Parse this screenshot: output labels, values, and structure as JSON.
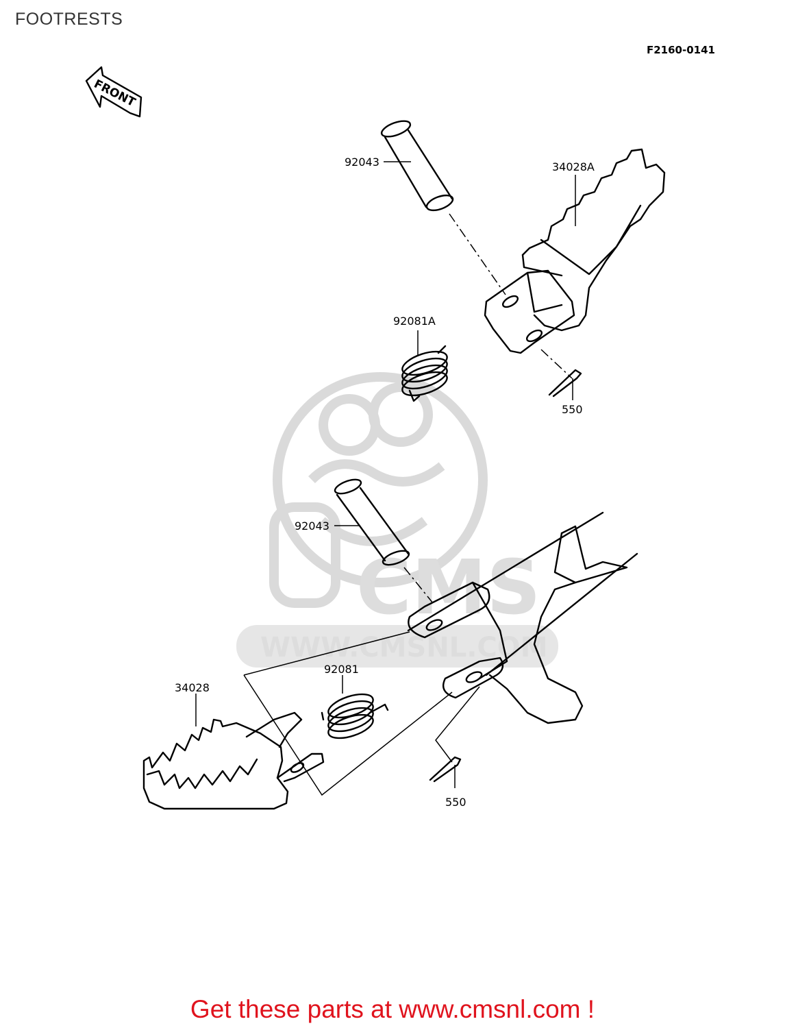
{
  "header": {
    "title": "FOOTRESTS",
    "diagram_code": "F2160-0141"
  },
  "front_arrow": {
    "label": "FRONT"
  },
  "watermark": {
    "logo_text": "CMS",
    "url_text": "WWW.CMSNL.COM"
  },
  "parts": [
    {
      "id": "pin-upper",
      "number": "92043"
    },
    {
      "id": "footrest-right",
      "number": "34028A"
    },
    {
      "id": "spring-upper",
      "number": "92081A"
    },
    {
      "id": "cotter-upper",
      "number": "550"
    },
    {
      "id": "pin-lower",
      "number": "92043"
    },
    {
      "id": "spring-lower",
      "number": "92081"
    },
    {
      "id": "footrest-left",
      "number": "34028"
    },
    {
      "id": "cotter-lower",
      "number": "550"
    }
  ],
  "footer": {
    "cta_text": "Get these parts at www.cmsnl.com !",
    "color": "#e0131d"
  }
}
